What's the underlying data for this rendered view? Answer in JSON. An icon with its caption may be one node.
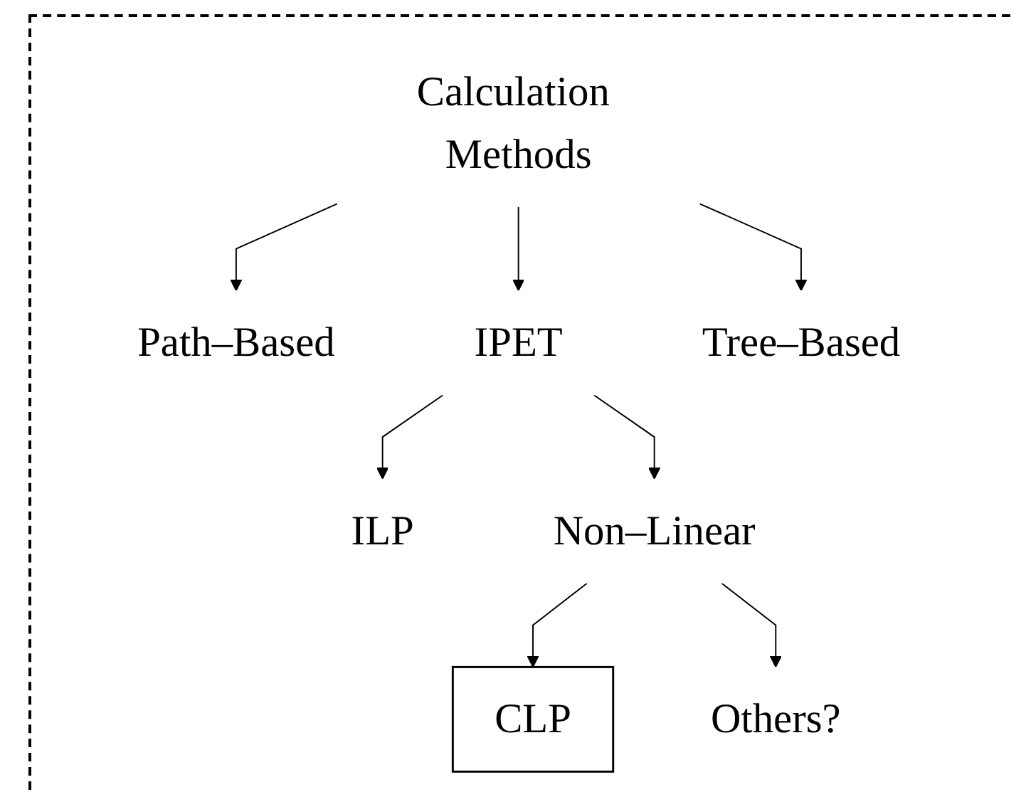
{
  "diagram": {
    "nodes": [
      {
        "text": [
          "Calculation Methods"
        ]
      },
      {
        "text": [
          "Path–Based"
        ]
      },
      {
        "text": [
          "IPET"
        ]
      },
      {
        "text": [
          "Tree–Based"
        ]
      },
      {
        "text": [
          "ILP"
        ]
      },
      {
        "text": [
          "Non–Linear"
        ]
      },
      {
        "text": [
          "CLP"
        ]
      },
      {
        "text": [
          "Others?"
        ]
      }
    ],
    "edges": [
      {
        "from": 0,
        "to": 1,
        "arrow": "to"
      },
      {
        "from": 0,
        "to": 2,
        "arrow": "to"
      },
      {
        "from": 0,
        "to": 3,
        "arrow": "to"
      },
      {
        "from": 2,
        "to": 4,
        "arrow": "to"
      },
      {
        "from": 2,
        "to": 5,
        "arrow": "to"
      },
      {
        "from": 5,
        "to": 6,
        "arrow": "to"
      },
      {
        "from": 5,
        "to": 7,
        "arrow": "to"
      }
    ]
  }
}
